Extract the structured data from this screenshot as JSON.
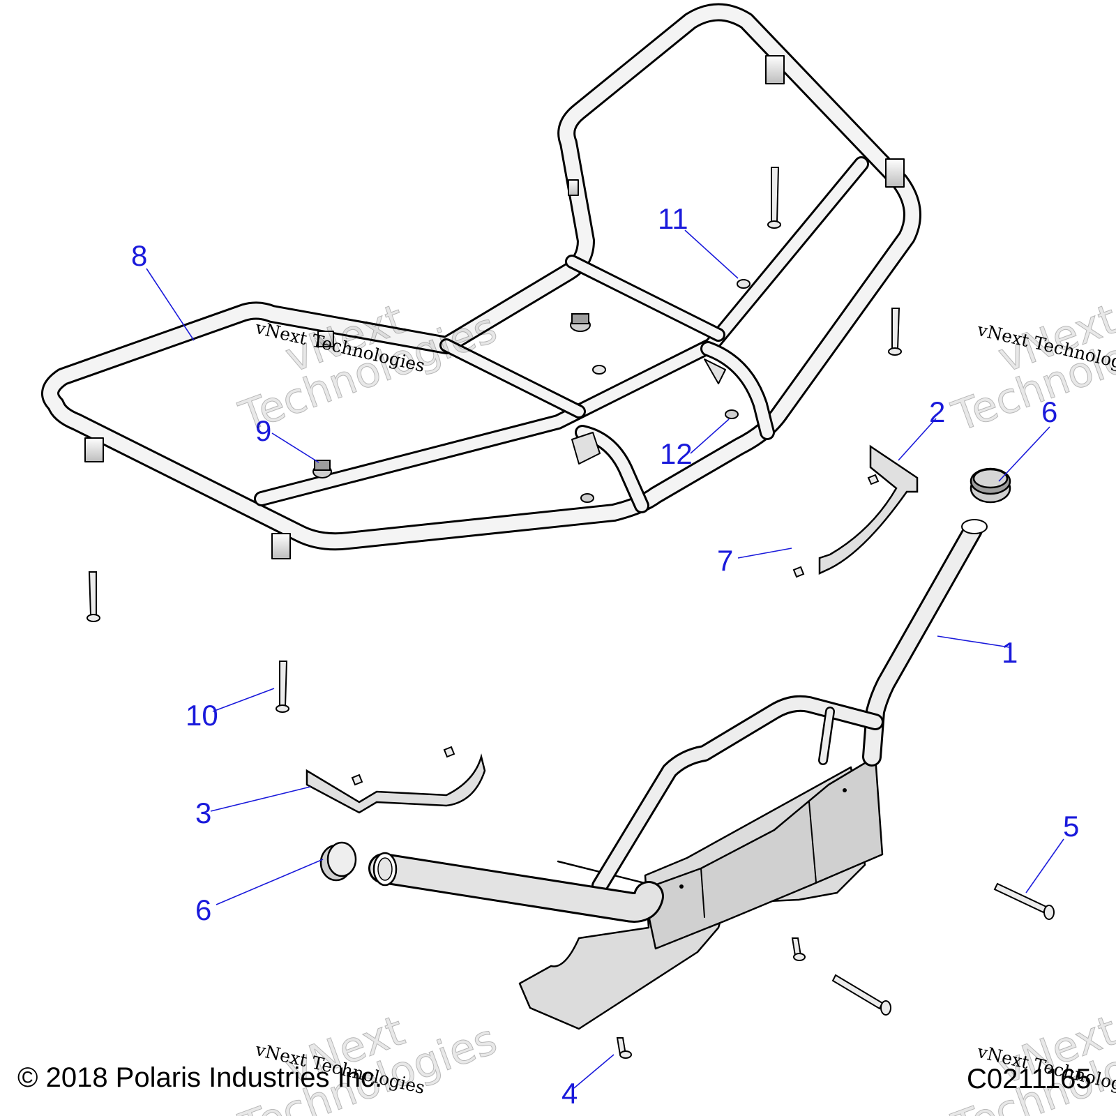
{
  "callouts": {
    "c1": "1",
    "c2": "2",
    "c3": "3",
    "c4": "4",
    "c5": "5",
    "c6a": "6",
    "c6b": "6",
    "c7": "7",
    "c8": "8",
    "c9": "9",
    "c10": "10",
    "c11": "11",
    "c12": "12"
  },
  "watermark": {
    "small_text": "vNext Technologies",
    "large_line1": "vNext",
    "large_line2": "Technologies"
  },
  "footer": {
    "copyright": "© 2018 Polaris Industries Inc.",
    "drawing_code": "C0211165"
  },
  "colors": {
    "callout": "#1a1adb",
    "part_fill": "#d9d9d9",
    "outline": "#000000"
  }
}
